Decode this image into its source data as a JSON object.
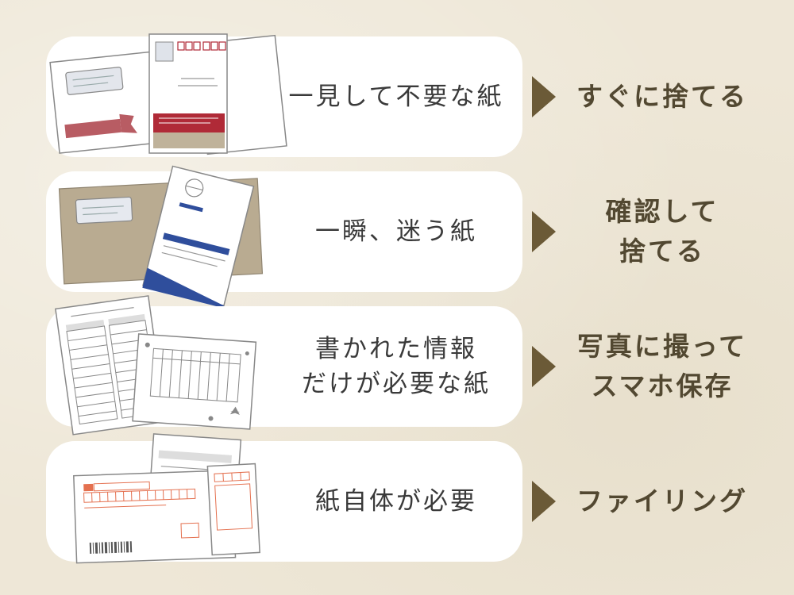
{
  "rows": [
    {
      "label_lines": [
        "一見して不要な紙"
      ],
      "action_lines": [
        "すぐに捨てる"
      ]
    },
    {
      "label_lines": [
        "一瞬、迷う紙"
      ],
      "action_lines": [
        "確認して",
        "捨てる"
      ]
    },
    {
      "label_lines": [
        "書かれた情報",
        "だけが必要な紙"
      ],
      "action_lines": [
        "写真に撮って",
        "スマホ保存"
      ]
    },
    {
      "label_lines": [
        "紙自体が必要"
      ],
      "action_lines": [
        "ファイリング"
      ]
    }
  ],
  "colors": {
    "background": "#eee7d7",
    "card": "#ffffff",
    "arrow": "#6b5a37",
    "action_text": "#524831",
    "label_text": "#3a3a3a",
    "red_accent": "#b02a37",
    "blue_accent": "#2f4e9c",
    "kraft_envelope": "#b9ab91",
    "orange_form": "#e4704f"
  }
}
